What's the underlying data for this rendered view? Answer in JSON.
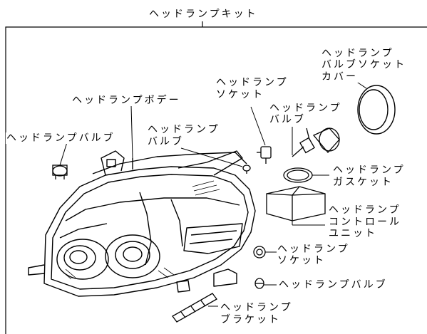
{
  "labels": {
    "kit": "ヘッドランプキット",
    "body": "ヘッドランプボデー",
    "bulb_left": "ヘッドランプバルブ",
    "bulb_center_line1": "ヘッドランプ",
    "bulb_center_line2": "バルブ",
    "socket_top_line1": "ヘッドランプ",
    "socket_top_line2": "ソケット",
    "bulb_right_line1": "ヘッドランプ",
    "bulb_right_line2": "バルブ",
    "cover_line1": "ヘッドランプ",
    "cover_line2": "バルブソケット",
    "cover_line3": "カバー",
    "gasket_line1": "ヘッドランプ",
    "gasket_line2": "ガスケット",
    "control_line1": "ヘッドランプ",
    "control_line2": "コントロール",
    "control_line3": "ユニット",
    "socket_bottom_line1": "ヘッドランプ",
    "socket_bottom_line2": "ソケット",
    "bulb_bottom": "ヘッドランプバルブ",
    "bracket_line1": "ヘッドランプ",
    "bracket_line2": "ブラケット"
  }
}
